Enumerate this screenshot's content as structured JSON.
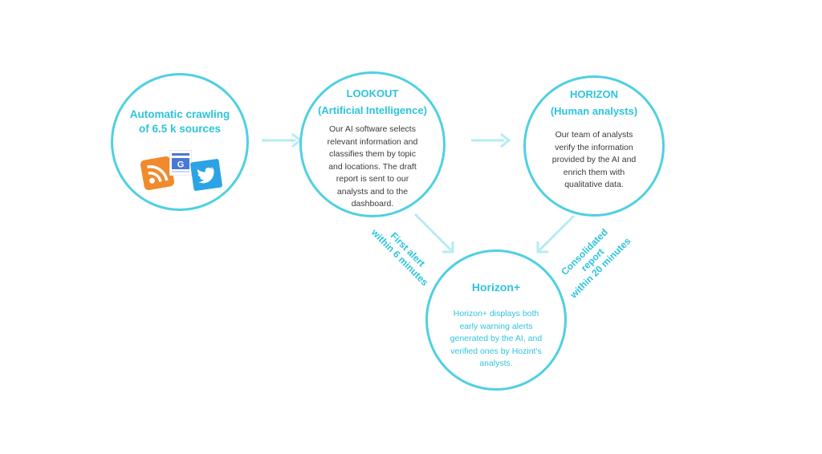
{
  "nodes": {
    "sources": {
      "title": "Automatic crawling of 6.5 k sources"
    },
    "lookout": {
      "title_line1": "LOOKOUT",
      "title_line2": "(Artificial Intelligence)",
      "text": "Our AI  software selects relevant information and classifies them by topic and locations. The draft report is sent to our analysts and to the dashboard."
    },
    "horizon": {
      "title_line1": "HORIZON",
      "title_line2": "(Human analysts)",
      "text": "Our team of analysts verify the information provided by the AI and enrich them with qualitative data."
    },
    "horizon_plus": {
      "title": "Horizon+",
      "text": "Horizon+ displays both early warning alerts generated by the AI, and verified ones by Hozint's analysts."
    }
  },
  "edges": {
    "first_alert": {
      "line1": "First alert",
      "line2": "within 6 minutes"
    },
    "consolidated": {
      "line1": "Consolidated",
      "line2": "report",
      "line3": "within 20 minutes"
    }
  },
  "icons": {
    "rss": "rss-feed-icon",
    "google": "google-news-icon",
    "twitter": "twitter-bird-icon"
  },
  "colors": {
    "accent": "#2ec4dc",
    "border": "#4fd0e2",
    "arrow": "#b4ecf2",
    "text": "#3a3a3a",
    "rss": "#f08a2c",
    "google": "#4a77d8",
    "twitter": "#2ba3e6"
  }
}
